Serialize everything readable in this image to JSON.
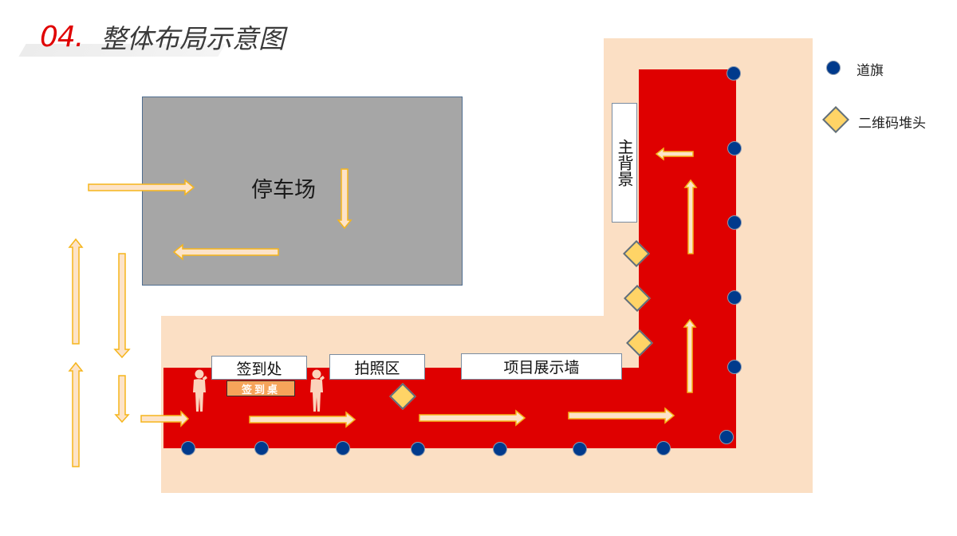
{
  "title": {
    "number": "04.",
    "text": "整体布局示意图"
  },
  "legend": [
    {
      "icon": "flag-dot",
      "label": "道旗",
      "color": "#003a8c"
    },
    {
      "icon": "qr-diamond",
      "label": "二维码堆头",
      "color": "#ffd466"
    }
  ],
  "zones": {
    "parking": "停车场",
    "checkin": "签到处",
    "checkin_desk": "签到桌",
    "photo_area": "拍照区",
    "project_wall": "项目展示墙",
    "main_backdrop": "主背景"
  },
  "colors": {
    "carpet": "#df0000",
    "venue": "#fbdfc4",
    "parking": "#a6a6a6",
    "flag": "#003a8c",
    "qr": "#ffd466",
    "arrow_fill": "#fde3c8",
    "arrow_stroke": "#f5b51c",
    "title_red": "#e00000"
  }
}
